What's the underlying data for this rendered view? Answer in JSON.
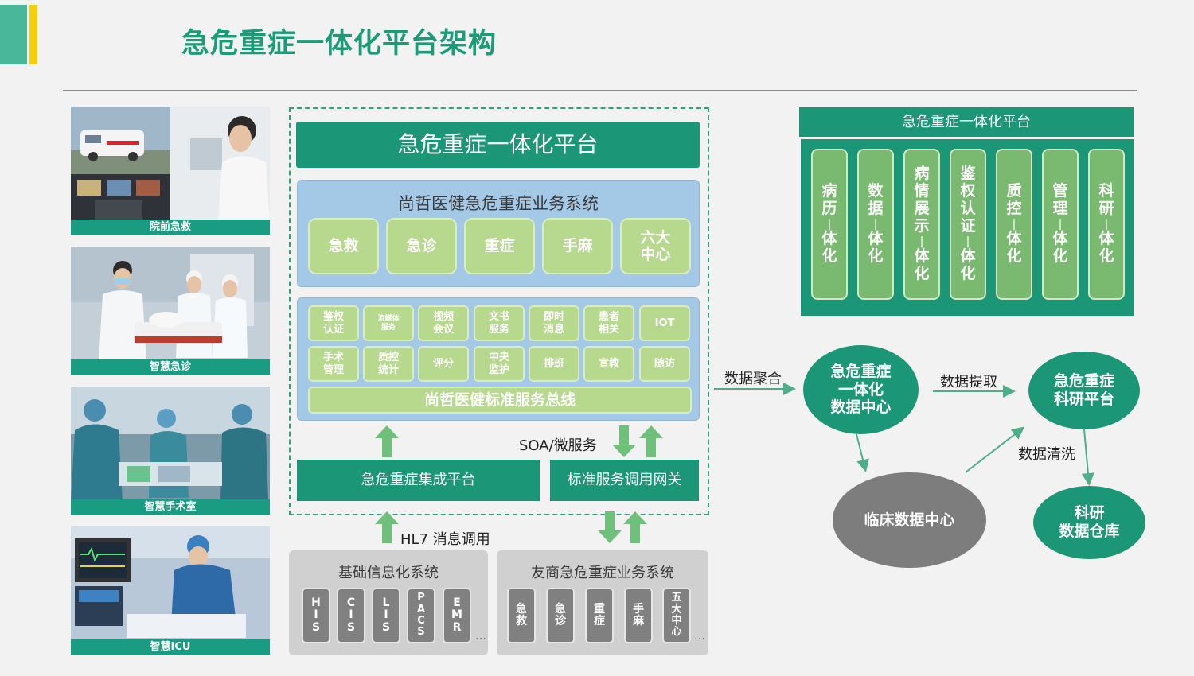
{
  "header": {
    "title": "急危重症一体化平台架构"
  },
  "photos": [
    {
      "caption": "院前急救"
    },
    {
      "caption": "智慧急诊"
    },
    {
      "caption": "智慧手术室"
    },
    {
      "caption": "智慧ICU"
    }
  ],
  "center": {
    "platform_title": "急危重症一体化平台",
    "biz_system_title": "尚哲医健急危重症业务系统",
    "biz_modules": [
      "急救",
      "急诊",
      "重症",
      "手麻",
      "六大\n中心"
    ],
    "services_row1": [
      "鉴权\n认证",
      "流媒体\n服务",
      "视频\n会议",
      "文书\n服务",
      "即时\n消息",
      "患者\n相关",
      "IOT"
    ],
    "services_row2": [
      "手术\n管理",
      "质控\n统计",
      "评分",
      "中央\n监护",
      "排班",
      "宣教",
      "随访"
    ],
    "service_bus": "尚哲医健标准服务总线",
    "soa_label": "SOA/微服务",
    "integration_platform": "急危重症集成平台",
    "gateway": "标准服务调用网关",
    "hl7_label": "HL7 消息调用"
  },
  "bottom": {
    "basic_title": "基础信息化系统",
    "basic_items": [
      "H\nI\nS",
      "C\nI\nS",
      "L\nI\nS",
      "P\nA\nC\nS",
      "E\nM\nR"
    ],
    "basic_more": "…",
    "partner_title": "友商急危重症业务系统",
    "partner_items": [
      "急\n救",
      "急\n诊",
      "重\n症",
      "手\n麻",
      "五\n大\n中\n心"
    ],
    "partner_more": "…"
  },
  "right": {
    "platform_title": "急危重症一体化平台",
    "columns": [
      "病历一体化",
      "数据一体化",
      "病情展示一体化",
      "鉴权认证一体化",
      "质控一体化",
      "管理一体化",
      "科研一体化"
    ],
    "data_aggregation": "数据聚合",
    "data_center": "急危重症\n一体化\n数据中心",
    "data_extraction": "数据提取",
    "research_platform": "急危重症\n科研平台",
    "data_cleaning": "数据清洗",
    "clinical_center": "临床数据中心",
    "research_warehouse": "科研\n数据仓库"
  },
  "colors": {
    "teal": "#1b9677",
    "light_green": "#b6d98e",
    "light_blue": "#a4c9e6",
    "grey": "#808080",
    "accent_yellow": "#f5cf0a"
  }
}
